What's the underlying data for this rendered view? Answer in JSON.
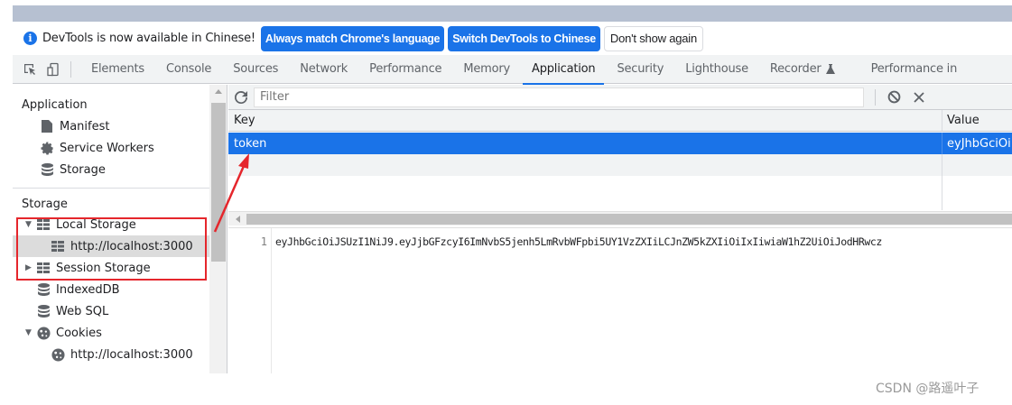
{
  "infobar": {
    "icon": "info-icon",
    "message": "DevTools is now available in Chinese!",
    "buttons": [
      {
        "label": "Always match Chrome's language",
        "style": "primary"
      },
      {
        "label": "Switch DevTools to Chinese",
        "style": "primary"
      },
      {
        "label": "Don't show again",
        "style": "secondary"
      }
    ]
  },
  "tabbar": {
    "tools": [
      "inspect-element-icon",
      "device-toolbar-icon"
    ],
    "tabs": [
      {
        "label": "Elements"
      },
      {
        "label": "Console"
      },
      {
        "label": "Sources"
      },
      {
        "label": "Network"
      },
      {
        "label": "Performance"
      },
      {
        "label": "Memory"
      },
      {
        "label": "Application",
        "active": true
      },
      {
        "label": "Security"
      },
      {
        "label": "Lighthouse"
      },
      {
        "label": "Recorder",
        "icon": "flask-icon"
      },
      {
        "label": "Performance in"
      }
    ]
  },
  "sidebar": {
    "application_heading": "Application",
    "application_items": [
      {
        "label": "Manifest",
        "icon": "file-icon"
      },
      {
        "label": "Service Workers",
        "icon": "gear-icon"
      },
      {
        "label": "Storage",
        "icon": "database-icon"
      }
    ],
    "storage_heading": "Storage",
    "storage_items": [
      {
        "label": "Local Storage",
        "icon": "grid-icon",
        "expanded": true,
        "level": 1
      },
      {
        "label": "http://localhost:3000",
        "icon": "grid-icon",
        "level": 2,
        "selected": true
      },
      {
        "label": "Session Storage",
        "icon": "grid-icon",
        "expanded": false,
        "level": 1
      },
      {
        "label": "IndexedDB",
        "icon": "database-icon",
        "level": 1
      },
      {
        "label": "Web SQL",
        "icon": "database-icon",
        "level": 1
      },
      {
        "label": "Cookies",
        "icon": "cookie-icon",
        "expanded": true,
        "level": 1
      },
      {
        "label": "http://localhost:3000",
        "icon": "cookie-icon",
        "level": 2
      }
    ]
  },
  "main": {
    "filter": {
      "placeholder": "Filter",
      "value": ""
    },
    "table": {
      "columns": [
        "Key",
        "Value"
      ],
      "rows": [
        {
          "key": "token",
          "value": "eyJhbGciOi",
          "selected": true
        }
      ]
    },
    "editor": {
      "line_number": "1",
      "content": "eyJhbGciOiJSUzI1NiJ9.eyJjbGFzcyI6ImNvbS5jenh5LmRvbWFpbi5UY1VzZXIiLCJnZW5kZXIiOiIxIiwiaW1hZ2UiOiJodHRwcz"
    }
  },
  "annotation": {
    "box_color": "#e5262c",
    "arrow_color": "#e5262c"
  },
  "watermark": "CSDN @路遥叶子",
  "colors": {
    "accent": "#1a73e8",
    "titlebar": "#b6c0d1",
    "toolbar_bg": "#f1f3f4"
  }
}
